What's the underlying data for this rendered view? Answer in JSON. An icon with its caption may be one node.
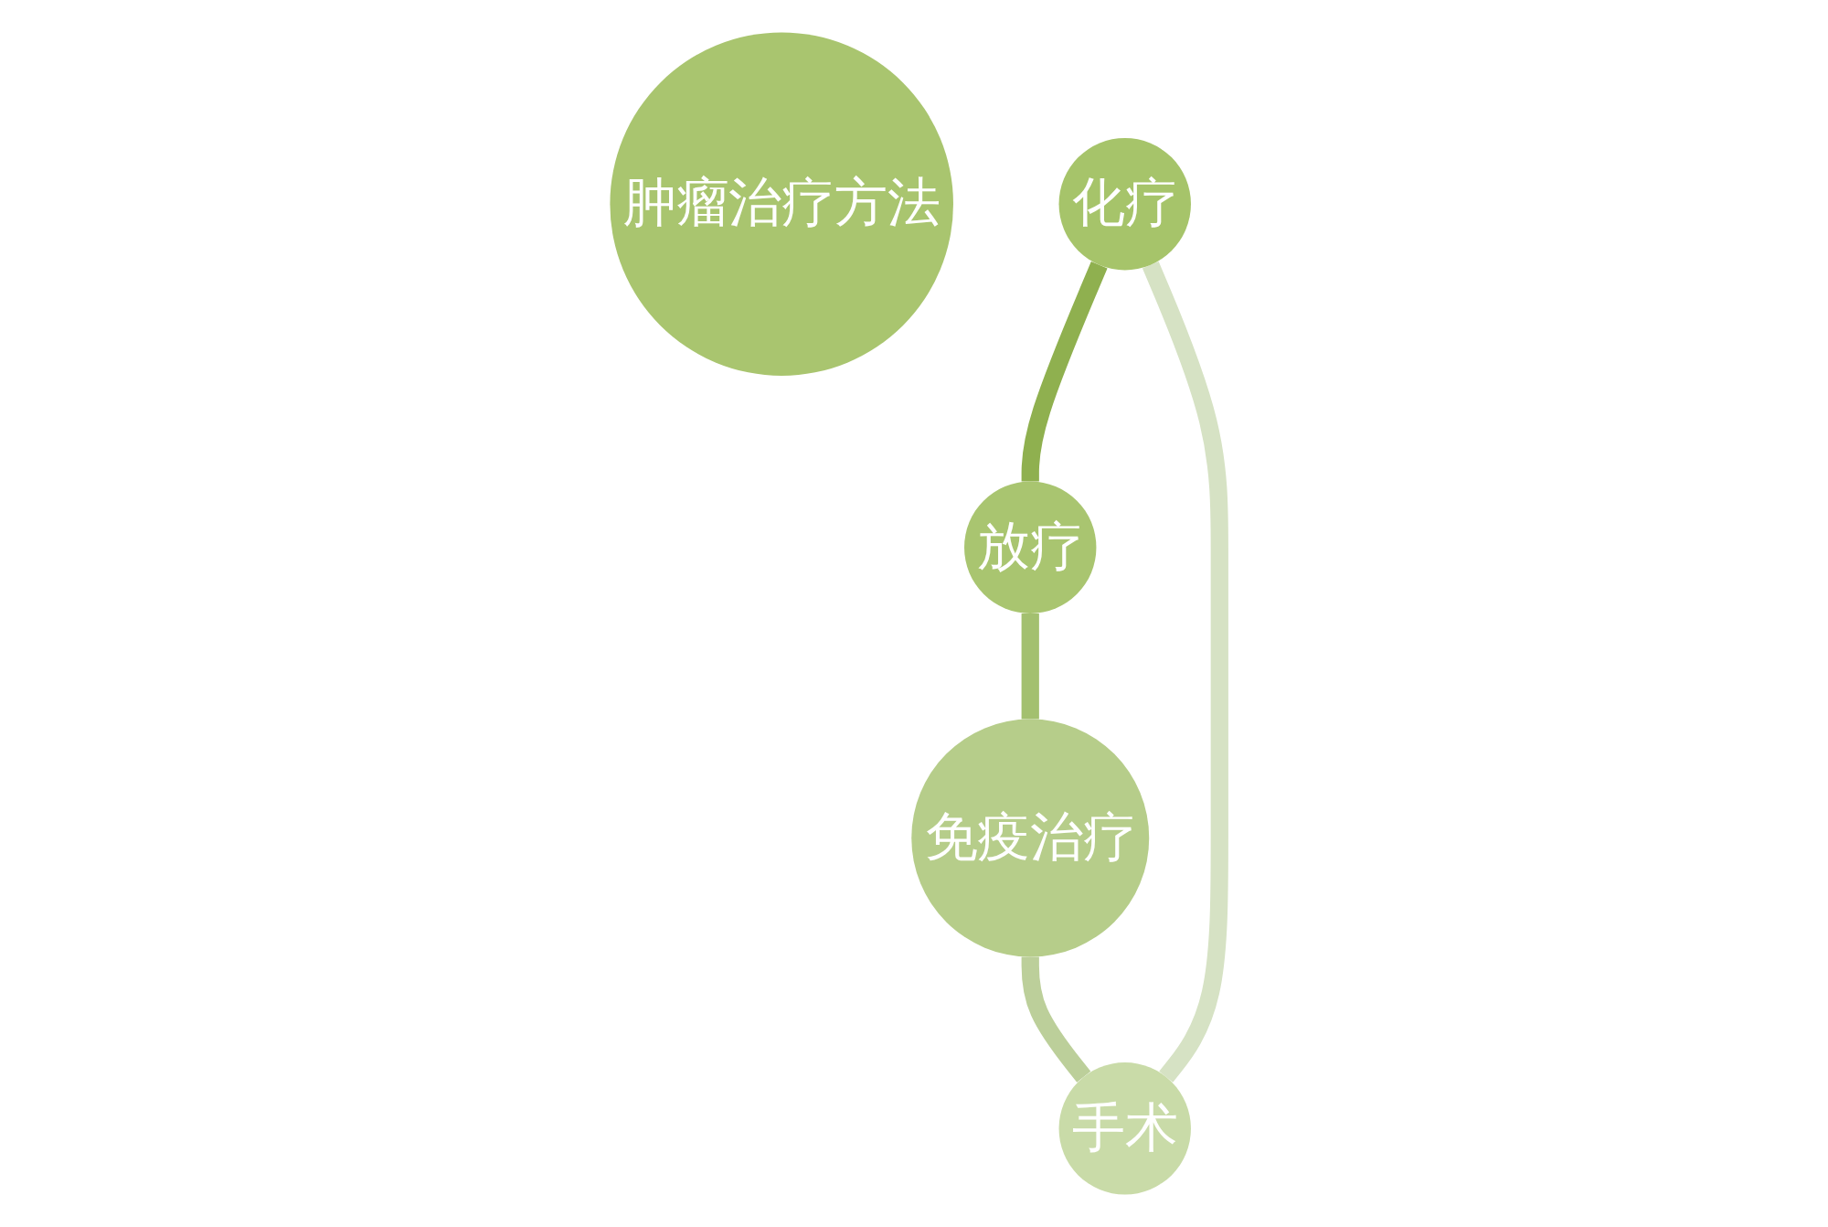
{
  "diagram": {
    "nodes": [
      {
        "text": [
          "肿瘤治疗方法"
        ]
      },
      {
        "text": [
          "化疗"
        ]
      },
      {
        "text": [
          "放疗"
        ]
      },
      {
        "text": [
          "免疫治疗"
        ]
      },
      {
        "text": [
          "手术"
        ]
      }
    ],
    "edges": [
      {
        "from": 1,
        "to": 2,
        "arrow": "none",
        "color": "#8fb04f"
      },
      {
        "from": 2,
        "to": 3,
        "arrow": "none",
        "color": "#a3c06f"
      },
      {
        "from": 3,
        "to": 4,
        "arrow": "none",
        "color": "#bccf9a"
      },
      {
        "from": 4,
        "to": 1,
        "arrow": "none",
        "color": "#d6e2c4"
      }
    ]
  }
}
